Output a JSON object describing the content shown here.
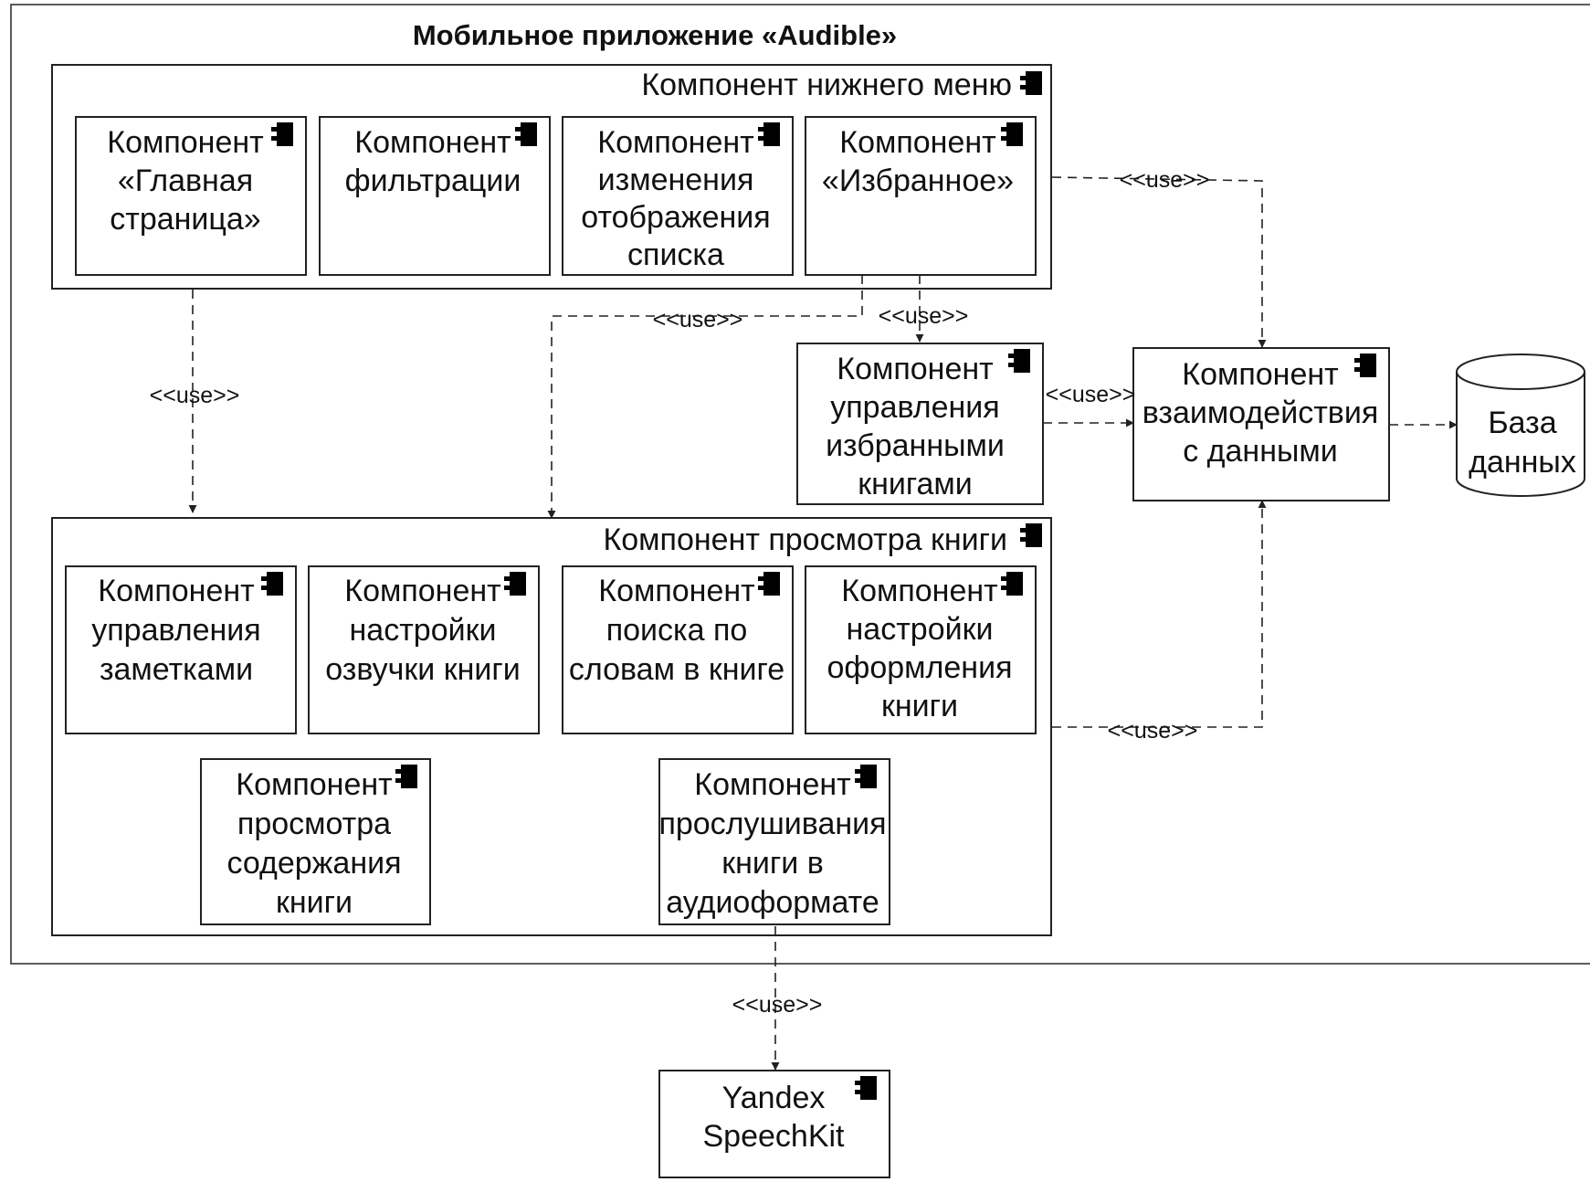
{
  "title": "Мобильное приложение «Audible»",
  "groups": {
    "bottom_menu": "Компонент нижнего меню",
    "book_view": "Компонент просмотра книги"
  },
  "components": {
    "home": [
      "Компонент",
      "«Главная",
      "страница»"
    ],
    "filter": [
      "Компонент",
      "фильтрации"
    ],
    "display": [
      "Компонент",
      "изменения",
      "отображения",
      "списка"
    ],
    "favorites": [
      "Компонент",
      "«Избранное»"
    ],
    "fav_mgmt": [
      "Компонент",
      "управления",
      "избранными",
      "книгами"
    ],
    "data": [
      "Компонент",
      "взаимодействия",
      "с данными"
    ],
    "notes": [
      "Компонент",
      "управления",
      "заметками"
    ],
    "voice": [
      "Компонент",
      "настройки",
      "озвучки книги"
    ],
    "search": [
      "Компонент",
      "поиска по",
      "словам в книге"
    ],
    "design": [
      "Компонент",
      "настройки",
      "оформления",
      "книги"
    ],
    "contents": [
      "Компонент",
      "просмотра",
      "содержания",
      "книги"
    ],
    "audio": [
      "Компонент",
      "прослушивания",
      "книги в",
      "аудиоформате"
    ],
    "speechkit": [
      "Yandex",
      "SpeechKit"
    ]
  },
  "database": [
    "База",
    "данных"
  ],
  "use_label": "<<use>>",
  "icon": "component-icon"
}
